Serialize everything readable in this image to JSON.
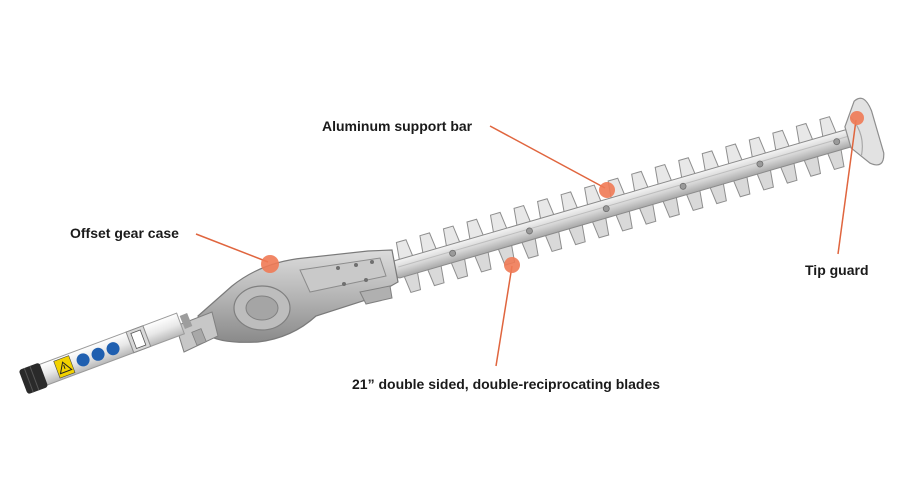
{
  "callouts": {
    "support_bar": "Aluminum support bar",
    "gear_case": "Offset gear case",
    "tip_guard": "Tip guard",
    "blades": "21” double sided, double-reciprocating blades"
  },
  "colors": {
    "marker": "#f07a55",
    "leader": "#e0653e",
    "metal_light": "#e6e6e6",
    "metal_mid": "#c4c4c4",
    "metal_dark": "#8e8e8e",
    "grip": "#2a2a2a"
  },
  "icons": [
    "warning-icon",
    "read-manual-icon",
    "eye-protection-icon",
    "ear-protection-icon"
  ]
}
